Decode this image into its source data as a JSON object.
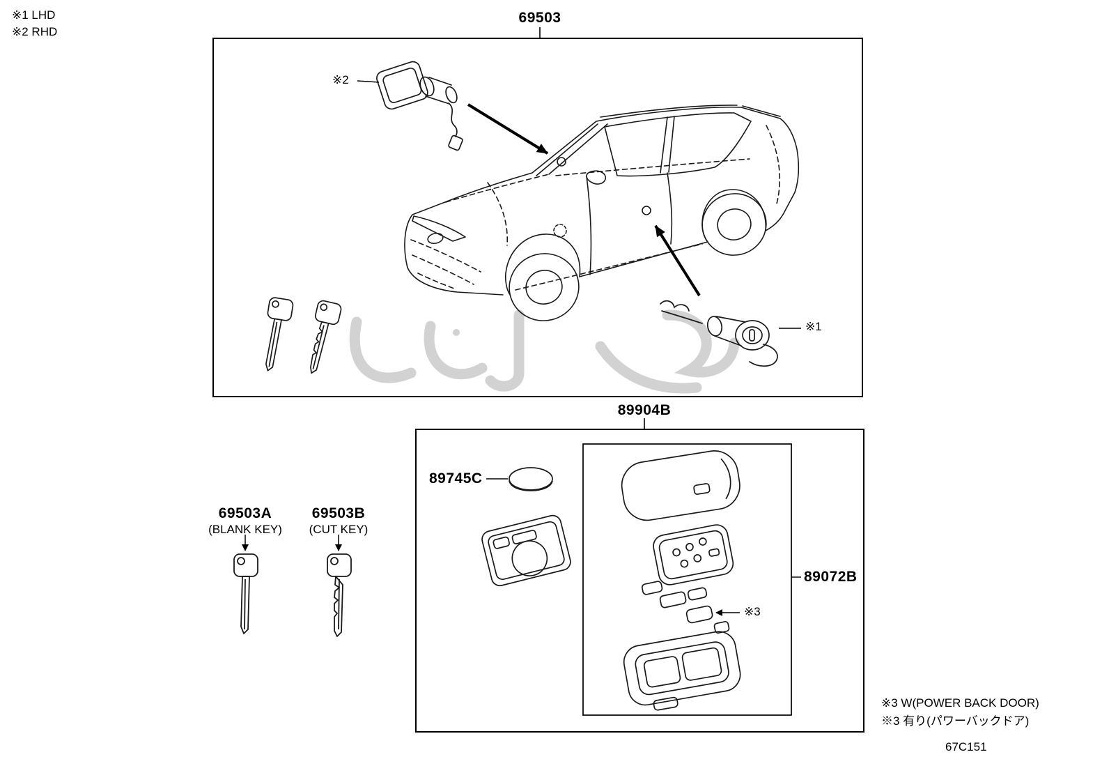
{
  "diagram": {
    "page_code": "67C151",
    "legend_top": {
      "line1": "※1 LHD",
      "line2": "※2 RHD"
    },
    "legend_bottom": {
      "line1": "※3 W(POWER BACK DOOR)",
      "line2": "※3 有り(パワーバックドア)"
    },
    "labels": {
      "lock_cylinder_set": "69503",
      "transmitter_assembly": "89904B",
      "transmitter_battery": "89745C",
      "transmitter_housing": "89072B",
      "blank_key_number": "69503A",
      "blank_key_caption": "(BLANK KEY)",
      "cut_key_number": "69503B",
      "cut_key_caption": "(CUT KEY)",
      "marker_1": "※1",
      "marker_2": "※2",
      "marker_3": "※3"
    }
  }
}
